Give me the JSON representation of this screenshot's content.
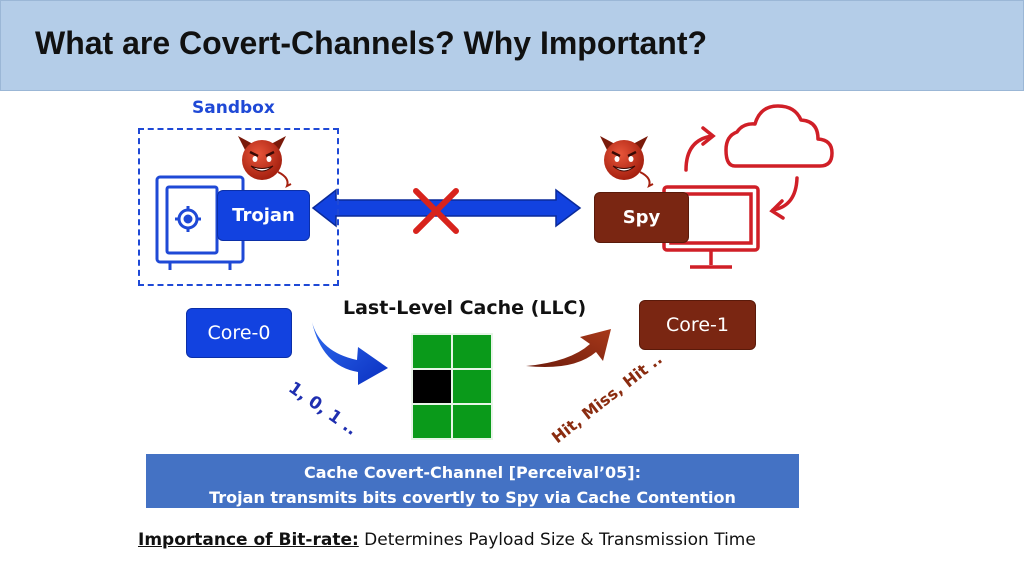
{
  "title": "What are Covert-Channels? Why Important?",
  "sandbox": {
    "label": "Sandbox"
  },
  "trojan": {
    "label": "Trojan"
  },
  "spy": {
    "label": "Spy"
  },
  "cores": {
    "core0": "Core-0",
    "core1": "Core-1"
  },
  "cache": {
    "label": "Last-Level Cache (LLC)",
    "grid": [
      [
        "green",
        "green"
      ],
      [
        "black",
        "green"
      ],
      [
        "green",
        "green"
      ]
    ]
  },
  "bits_label": "1, 0, 1 ..",
  "hit_label": "Hit, Miss, Hit ..",
  "banner": {
    "line1": "Cache Covert-Channel [Perceival’05]:",
    "line2": "Trojan transmits bits covertly to Spy via Cache Contention"
  },
  "footer": {
    "label": "Importance of Bit-rate:",
    "text": " Determines Payload Size & Transmission Time"
  },
  "icons": {
    "safe": "safe-icon",
    "devils": "devil-icon",
    "cloud": "cloud-icon",
    "monitor": "monitor-icon",
    "blocked": "blocked-x-icon"
  },
  "colors": {
    "trojan_blue": "#1242e0",
    "spy_red": "#7a2612",
    "cache_green": "#0a9a1a",
    "title_bg": "#b4cde8",
    "banner_bg": "#4472c4"
  }
}
